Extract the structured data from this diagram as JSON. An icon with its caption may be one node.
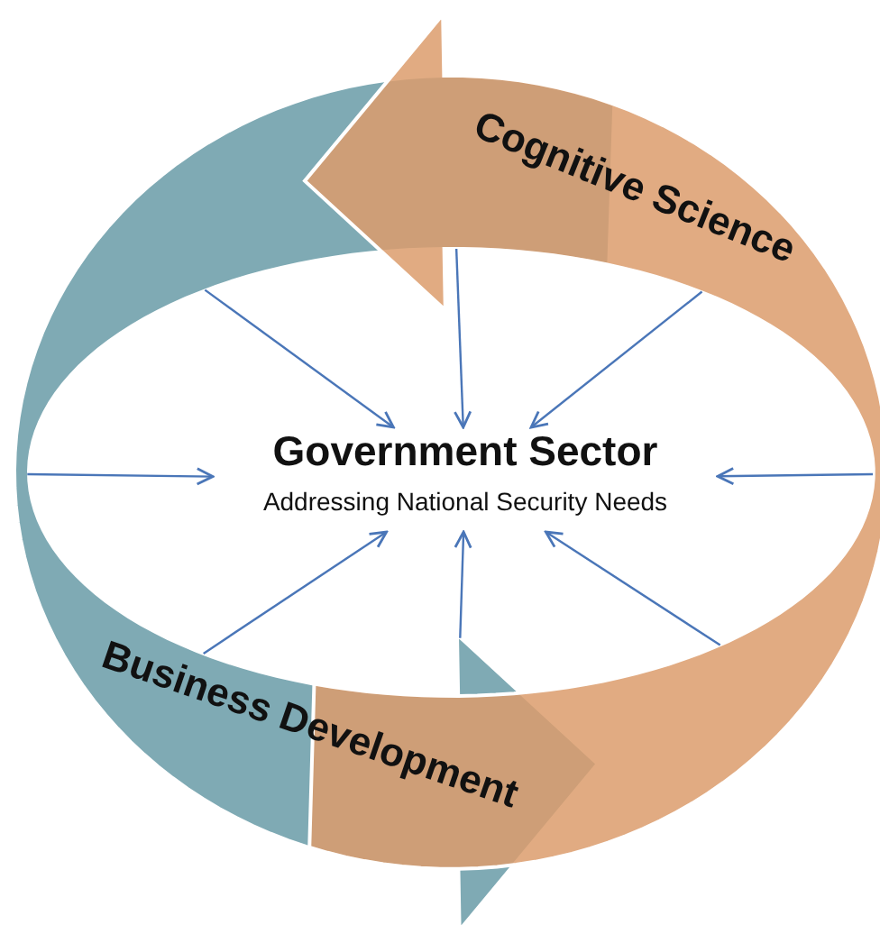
{
  "diagram": {
    "nodes": [
      {
        "text": [
          "Business Development"
        ]
      },
      {
        "text": [
          "Cognitive Science"
        ]
      },
      {
        "text": [
          "Government Sector",
          "Addressing National Security Needs"
        ]
      }
    ],
    "edges": [
      {
        "from": 0,
        "to": 2,
        "arrow": "to"
      },
      {
        "from": 1,
        "to": 2,
        "arrow": "to"
      },
      {
        "from": 1,
        "to": 2,
        "arrow": "to"
      },
      {
        "from": 0,
        "to": 2,
        "arrow": "to"
      },
      {
        "from": 1,
        "to": 2,
        "arrow": "to"
      },
      {
        "from": 0,
        "to": 2,
        "arrow": "to"
      },
      {
        "from": 0,
        "to": 2,
        "arrow": "to"
      },
      {
        "from": 1,
        "to": 2,
        "arrow": "to"
      }
    ]
  }
}
